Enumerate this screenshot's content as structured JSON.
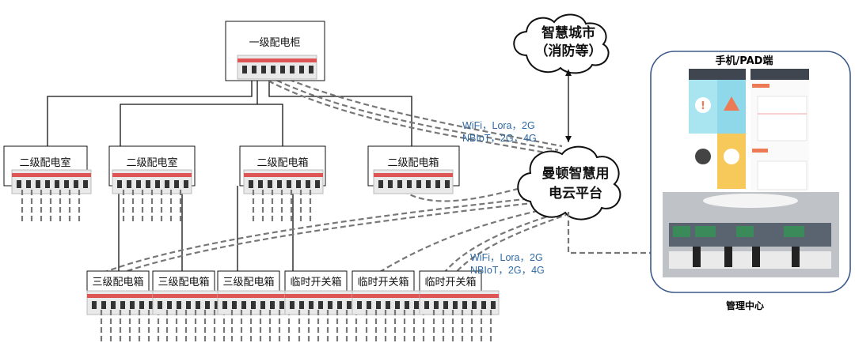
{
  "primary": {
    "label": "一级配电柜"
  },
  "secondary": [
    {
      "label": "二级配电室"
    },
    {
      "label": "二级配电室"
    },
    {
      "label": "二级配电箱"
    },
    {
      "label": "二级配电箱"
    }
  ],
  "tertiary": [
    {
      "label": "三级配电箱"
    },
    {
      "label": "三级配电箱"
    },
    {
      "label": "三级配电箱"
    },
    {
      "label": "临时开关箱"
    },
    {
      "label": "临时开关箱"
    },
    {
      "label": "临时开关箱"
    }
  ],
  "network_top": {
    "line1": "WiFi，Lora，2G",
    "line2": "NBIoT，2G，4G"
  },
  "network_bottom": {
    "line1": "WiFi，Lora，2G",
    "line2": "NBIoT，2G，4G"
  },
  "smart_city": {
    "line1": "智慧城市",
    "line2": "（消防等）"
  },
  "platform": {
    "line1": "曼顿智慧用",
    "line2": "电云平台"
  },
  "client_panel": {
    "title": "手机/PAD端",
    "caption": "管理中心"
  },
  "colors": {
    "network_text": "#2f6aa5",
    "panel_border": "#3b5a8a",
    "tile_blue": "#8fd8ea",
    "tile_yellow": "#f7c85a",
    "accent_orange": "#ec7a55"
  }
}
